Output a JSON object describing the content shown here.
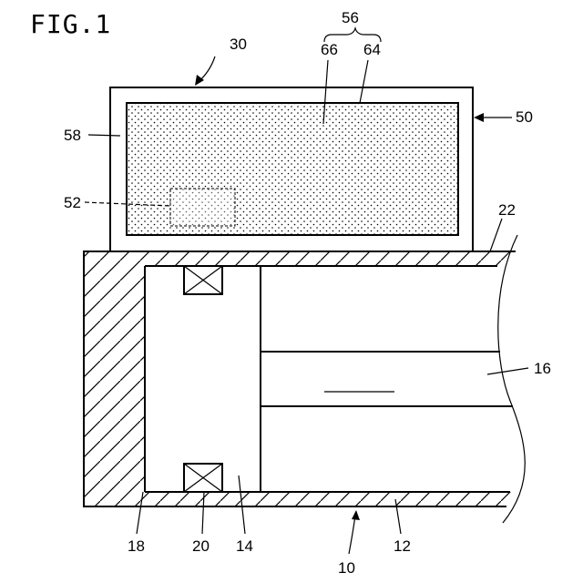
{
  "figure": {
    "title": "FIG.1",
    "labels": {
      "r10": "10",
      "r12": "12",
      "r14": "14",
      "r16": "16",
      "r18": "18",
      "r20": "20",
      "r22": "22",
      "r30": "30",
      "r50": "50",
      "r52": "52",
      "r56": "56",
      "r58": "58",
      "r64": "64",
      "r66": "66"
    }
  }
}
